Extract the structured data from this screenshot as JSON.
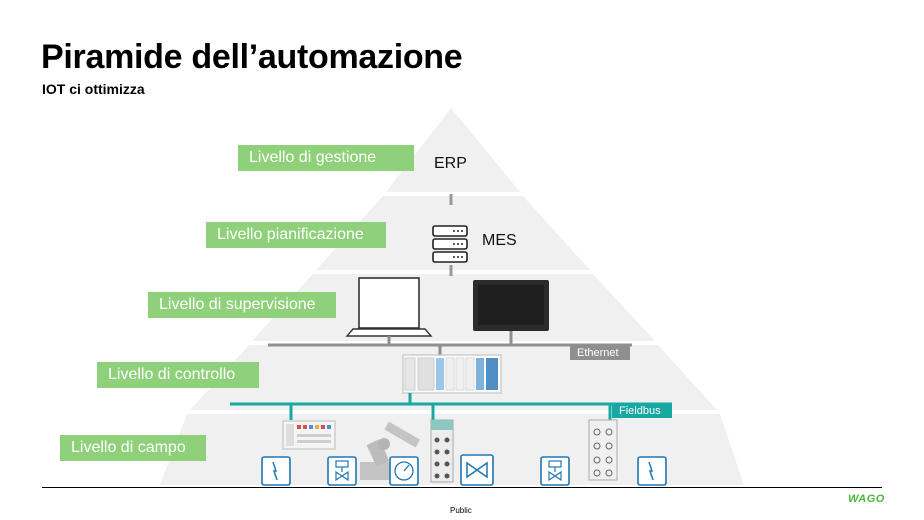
{
  "slide": {
    "title": "Piramide dell’automazione",
    "subtitle": "IOT ci ottimizza"
  },
  "levels": [
    {
      "label": "Livello di gestione"
    },
    {
      "label": "Livello pianificazione"
    },
    {
      "label": "Livello di supervisione"
    },
    {
      "label": "Livello di controllo"
    },
    {
      "label": "Livello di campo"
    }
  ],
  "systems": {
    "erp": "ERP",
    "mes": "MES"
  },
  "buses": {
    "ethernet": "Ethernet",
    "fieldbus": "Fieldbus"
  },
  "icons": [
    "server-stack-icon",
    "laptop-icon",
    "touch-panel-icon",
    "plc-controller-icon",
    "io-module-icon",
    "robot-arm-icon",
    "io-block-icon",
    "sensor-icon",
    "valve-icon",
    "flow-sensor-icon"
  ],
  "colors": {
    "level_label": "#8fd17a",
    "pyramid": "#f0f0f0",
    "ethernet": "#8f8f8f",
    "fieldbus": "#17a8a2",
    "icon_border": "#1f77b4",
    "brand": "#4bb83b"
  },
  "footer": {
    "classification": "Public",
    "brand": "WAGO"
  }
}
